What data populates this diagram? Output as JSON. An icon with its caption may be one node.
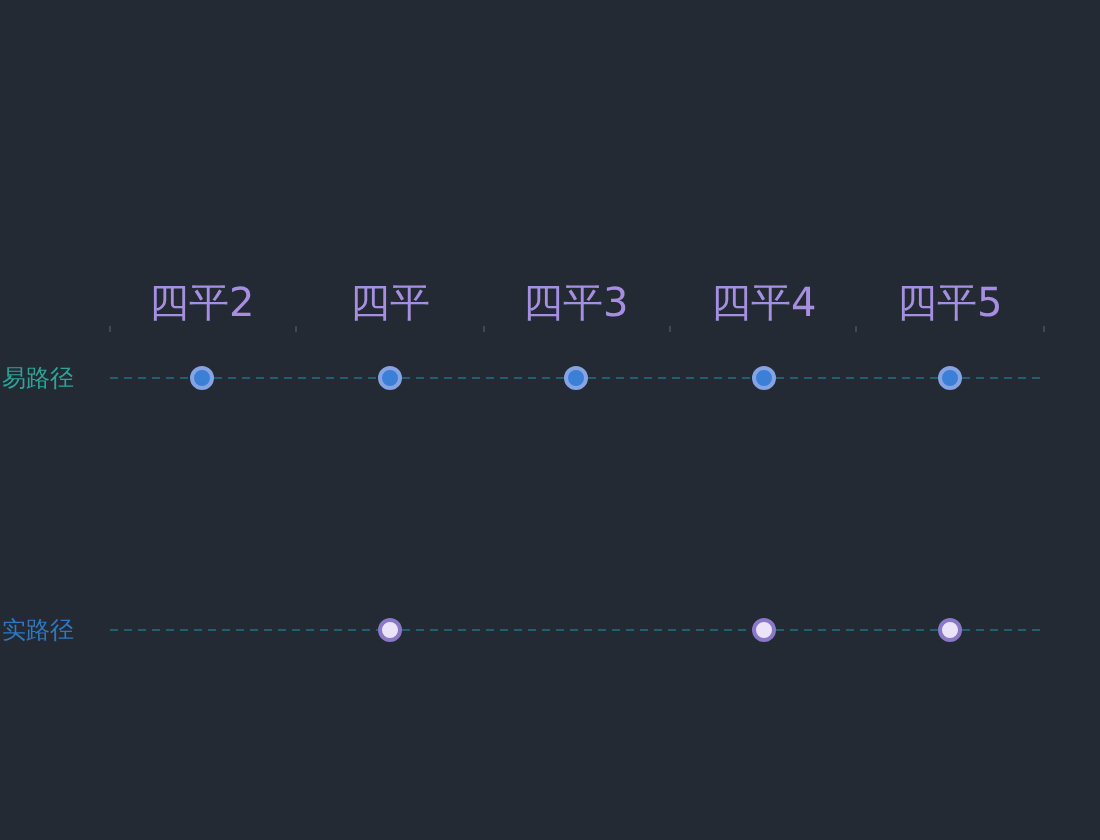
{
  "diagram": {
    "nodes": [
      {
        "text": [],
        "shape": "circle"
      },
      {
        "text": [],
        "shape": "circle"
      },
      {
        "text": [],
        "shape": "circle"
      },
      {
        "text": [],
        "shape": "circle"
      },
      {
        "text": [],
        "shape": "circle"
      },
      {
        "text": [],
        "shape": "circle"
      },
      {
        "text": [],
        "shape": "circle"
      },
      {
        "text": [],
        "shape": "circle"
      }
    ],
    "edges": [
      {
        "from": 0,
        "to": 1,
        "arrow": "none",
        "style": "dashed"
      },
      {
        "from": 1,
        "to": 2,
        "arrow": "none",
        "style": "dashed"
      },
      {
        "from": 2,
        "to": 3,
        "arrow": "none",
        "style": "dashed"
      },
      {
        "from": 3,
        "to": 4,
        "arrow": "none",
        "style": "dashed"
      },
      {
        "from": 5,
        "to": 6,
        "arrow": "none",
        "style": "dashed"
      },
      {
        "from": 6,
        "to": 7,
        "arrow": "none",
        "style": "dashed"
      }
    ],
    "labels": [
      "四平2",
      "四平",
      "四平3",
      "四平4",
      "四平5",
      "易路径",
      "实路径"
    ]
  }
}
